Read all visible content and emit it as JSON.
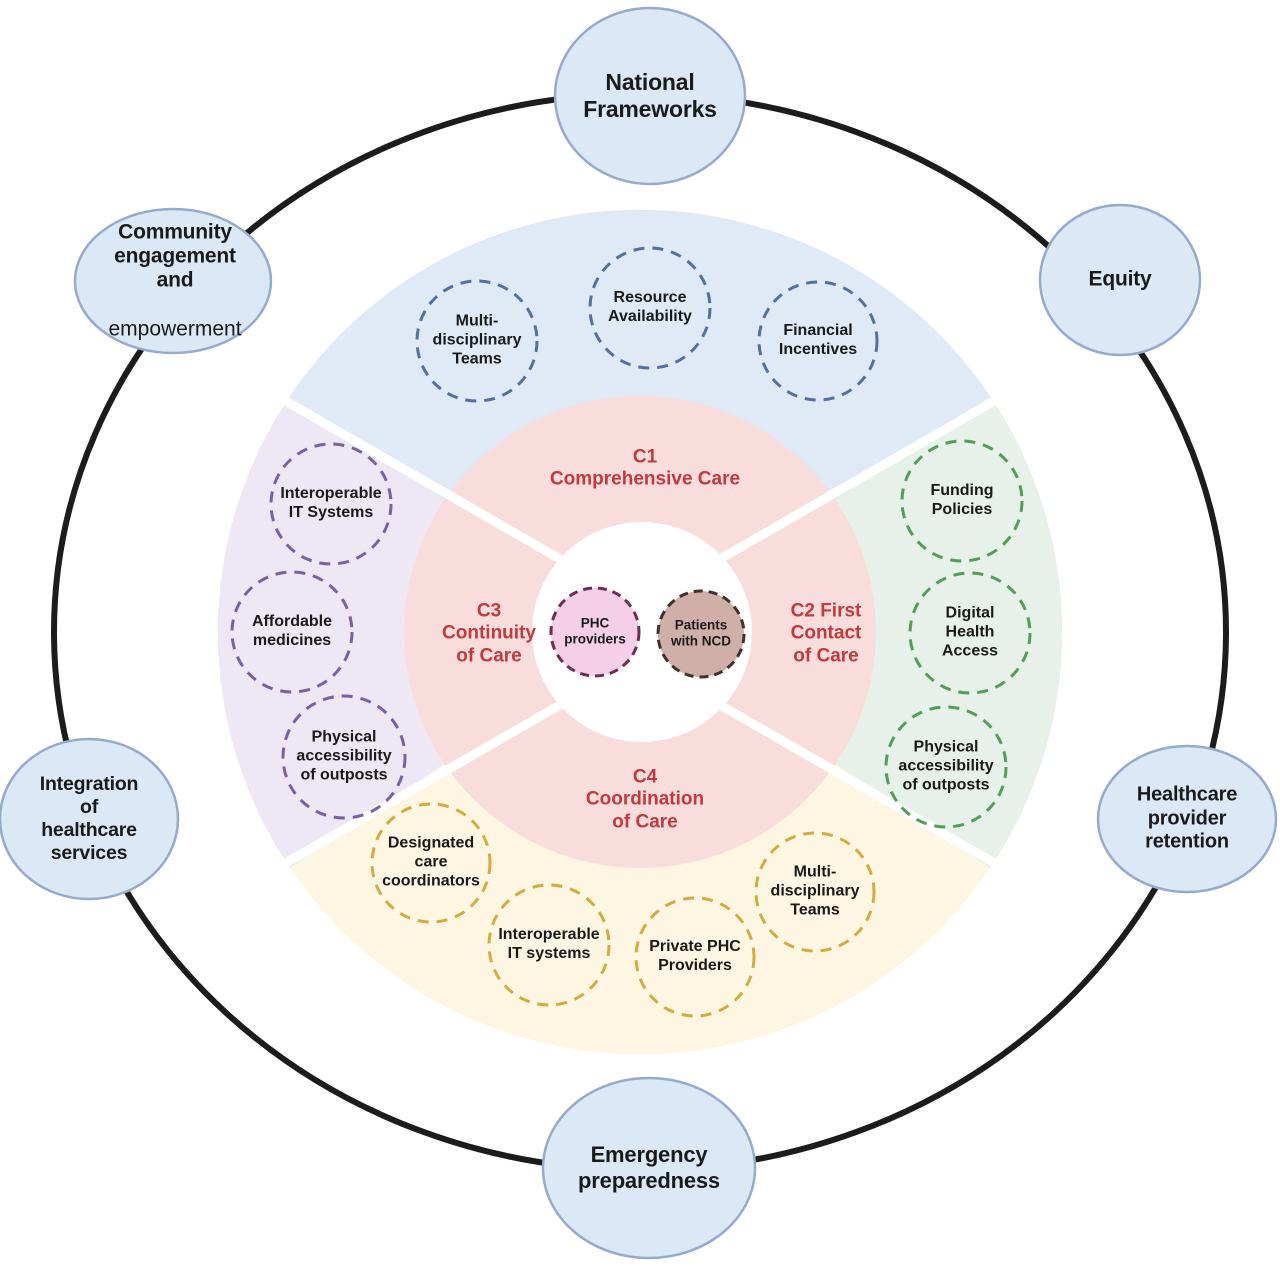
{
  "diagram": {
    "outer_ring_color": "#1c1c1c",
    "node_fill": "#dbe8f6",
    "node_stroke": "#95aacd",
    "ring_fill": "#f9dddd",
    "ring_label_color": "#c23a3c",
    "outer_nodes": [
      {
        "id": "national-frameworks",
        "label": "National\nFrameworks"
      },
      {
        "id": "community-engagement",
        "label_bold": "Community\nengagement\nand",
        "label_light": "empowerment"
      },
      {
        "id": "equity",
        "label": "Equity"
      },
      {
        "id": "integration-healthcare-services",
        "label": "Integration\nof\nhealthcare\nservices"
      },
      {
        "id": "healthcare-provider-retention",
        "label": "Healthcare\nprovider\nretention"
      },
      {
        "id": "emergency-preparedness",
        "label": "Emergency\npreparedness"
      }
    ],
    "sectors": [
      {
        "id": "c1",
        "name": "C1 Comprehensive Care",
        "ring_label": "C1\nComprehensive Care",
        "fill": "#dfeaf6",
        "dash_color": "#53709f",
        "factors": [
          "Multi-\ndisciplinary\nTeams",
          "Resource\nAvailability",
          "Financial\nIncentives"
        ]
      },
      {
        "id": "c2",
        "name": "C2 First Contact of Care",
        "ring_label": "C2 First\nContact\nof Care",
        "fill": "#e8f0ea",
        "dash_color": "#4f9f55",
        "factors": [
          "Funding\nPolicies",
          "Digital\nHealth\nAccess",
          "Physical\naccessibility\nof outposts"
        ]
      },
      {
        "id": "c3",
        "name": "C3 Continuity of Care",
        "ring_label": "C3\nContinuity\nof Care",
        "fill": "#ede8f3",
        "dash_color": "#7a5fa6",
        "factors": [
          "Interoperable\nIT Systems",
          "Affordable\nmedicines",
          "Physical\naccessibility\nof outposts"
        ]
      },
      {
        "id": "c4",
        "name": "C4 Coordination of Care",
        "ring_label": "C4\nCoordination\nof Care",
        "fill": "#fdf6e3",
        "dash_color": "#d7aa3d",
        "factors": [
          "Designated\ncare\ncoordinators",
          "Interoperable\nIT systems",
          "Private PHC\nProviders",
          "Multi-\ndisciplinary\nTeams"
        ]
      }
    ],
    "center": {
      "phc": {
        "label": "PHC\nproviders",
        "fill": "#f4cfe7",
        "stroke": "#702c55"
      },
      "ncd": {
        "label": "Patients\nwith NCD",
        "fill": "#d0afa9",
        "stroke": "#41302b"
      }
    }
  }
}
